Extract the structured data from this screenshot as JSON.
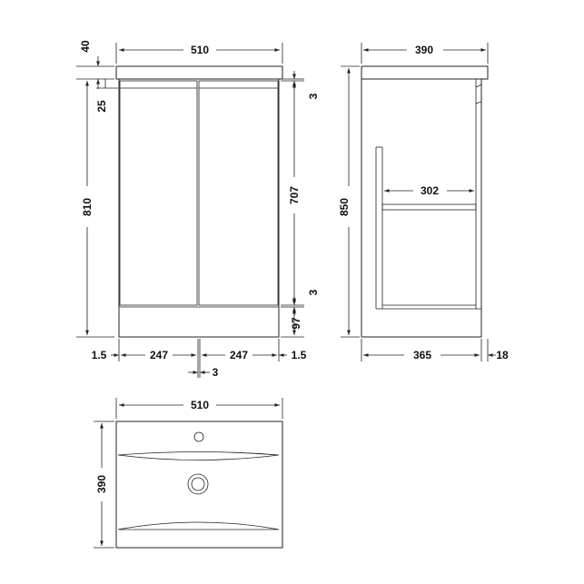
{
  "front_view": {
    "top_width": "510",
    "top_thickness": "40",
    "door_top_gap": "25",
    "top_gap": "3",
    "door_height": "707",
    "bottom_gap": "3",
    "plinth_height": "97",
    "body_height": "810",
    "side_gap_left": "1.5",
    "door_width_left": "247",
    "door_width_right": "247",
    "side_gap_right": "1.5",
    "center_gap": "3"
  },
  "side_view": {
    "top_depth": "390",
    "total_height": "850",
    "shelf_depth": "302",
    "body_depth": "365",
    "door_thickness": "18"
  },
  "top_view": {
    "width": "510",
    "depth": "390"
  },
  "colors": {
    "line": "#222222",
    "background": "#ffffff"
  }
}
